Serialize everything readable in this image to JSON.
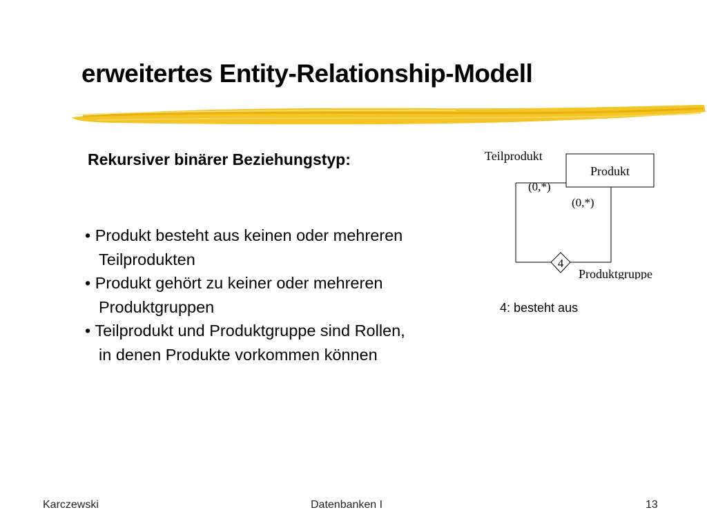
{
  "title": "erweitertes Entity-Relationship-Modell",
  "subheading": "Rekursiver binärer Beziehungstyp:",
  "bullets": [
    {
      "line1": "• Produkt besteht aus keinen oder mehreren",
      "line2": "Teilprodukten"
    },
    {
      "line1": "• Produkt gehört zu keiner oder mehreren",
      "line2": "Produktgruppen"
    },
    {
      "line1": "• Teilprodukt und Produktgruppe sind Rollen,",
      "line2": "in denen Produkte vorkommen können"
    }
  ],
  "diagram": {
    "entity_label": "Produkt",
    "role_top": "Teilprodukt",
    "role_bottom": "Produktgruppe",
    "card_left": "(0,*)",
    "card_right": "(0,*)",
    "relationship_label": "4"
  },
  "legend": "4: besteht aus",
  "footer": {
    "left": "Karczewski",
    "center": "Datenbanken I",
    "page": "13"
  },
  "colors": {
    "brush_stroke": "#f2c21a",
    "text": "#000000",
    "background": "#ffffff"
  }
}
